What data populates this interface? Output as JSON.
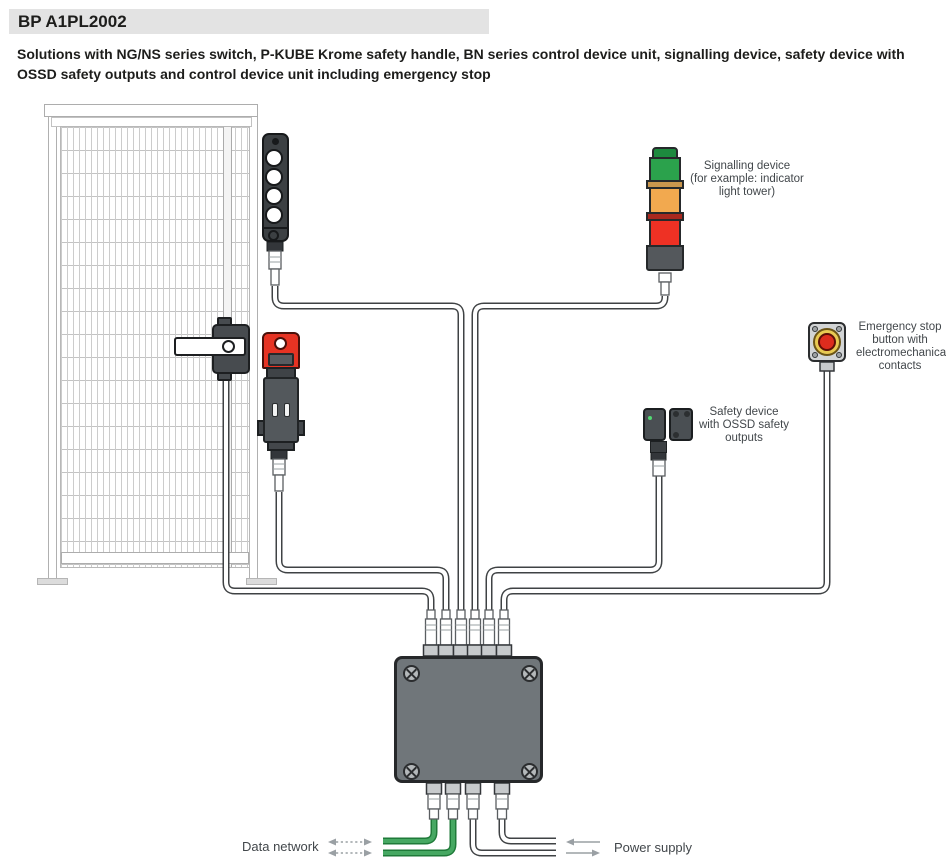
{
  "header": {
    "title": "BP A1PL2002"
  },
  "subtitle": "Solutions with NG/NS series switch, P-KUBE Krome safety handle, BN series control device unit, signalling device, safety device with OSSD safety outputs and control device unit including emergency stop",
  "labels": {
    "signalling_device": "Signalling device\n(for example: indicator\nlight tower)",
    "emergency_stop": "Emergency stop\nbutton with\nelectromechanical\ncontacts",
    "ossd_device": "Safety device\nwith OSSD safety\noutputs",
    "data_network": "Data network",
    "power_supply": "Power supply"
  },
  "devices": [
    "safety-fence-with-gate",
    "bn-series-control-device-unit",
    "p-kube-krome-safety-handle",
    "ng-ns-series-safety-switch",
    "signalling-light-tower",
    "safety-device-with-ossd-outputs",
    "emergency-stop-button",
    "junction-box-control-unit"
  ],
  "colors": {
    "header_bg": "#e3e3e3",
    "text_dark": "#1d1d1b",
    "label_gray": "#42474b",
    "junction_gray": "#70767a",
    "tower_green": "#2ba24c",
    "tower_green_dark": "#1d8a3e",
    "tower_orange": "#f2a94f",
    "tower_ring_tan": "#c9964d",
    "tower_ring_red": "#a8281e",
    "tower_red": "#ee3124",
    "switch_red": "#e63323",
    "estop_yellow": "#e8c952",
    "estop_red": "#dd2c1e",
    "cable_green": "#46a862",
    "cable_green_edge": "#1f7a39",
    "cable_outline": "#3f4244",
    "arrow_gray": "#9aa0a4"
  }
}
